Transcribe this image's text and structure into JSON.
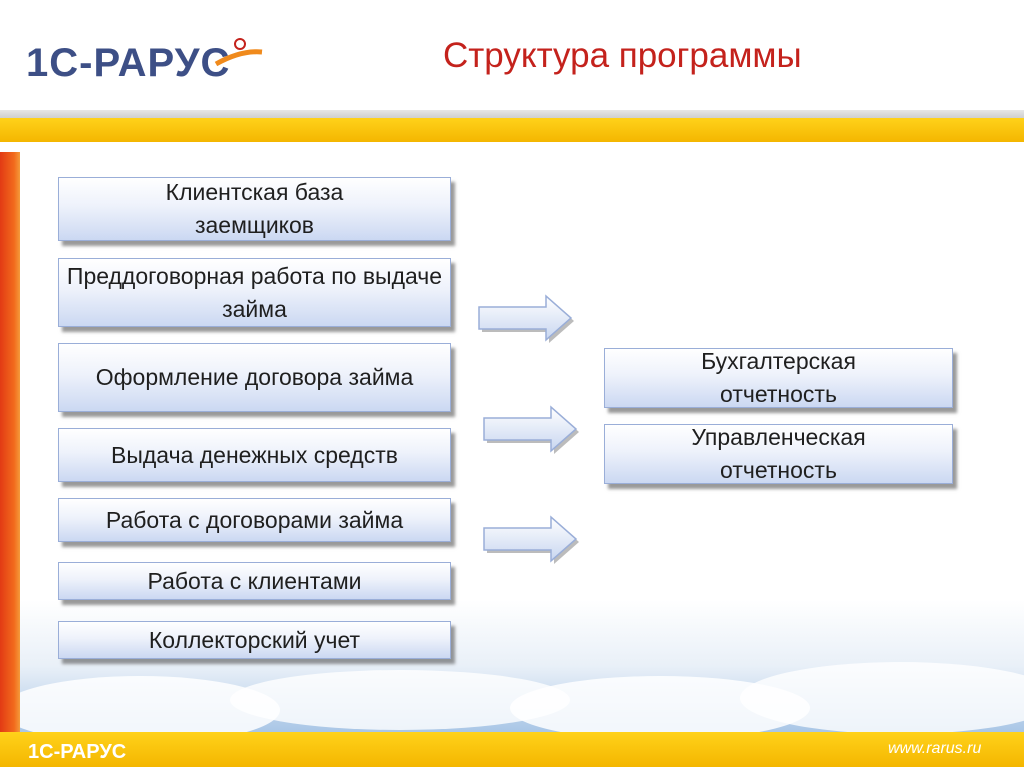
{
  "header": {
    "logo_text": "1С-РАРУС",
    "title": "Структура программы"
  },
  "left_boxes": [
    {
      "label": "Клиентская база заемщиков"
    },
    {
      "label": "Преддоговорная работа по выдаче займа"
    },
    {
      "label": "Оформление договора займа"
    },
    {
      "label": "Выдача денежных средств"
    },
    {
      "label": "Работа с договорами займа"
    },
    {
      "label": "Работа с клиентами"
    },
    {
      "label": "Коллекторский учет"
    }
  ],
  "right_boxes": [
    {
      "label": "Бухгалтерская отчетность"
    },
    {
      "label": "Управленческая отчетность"
    }
  ],
  "footer": {
    "logo_text": "1С-РАРУС",
    "website": "www.rarus.ru"
  },
  "colors": {
    "title": "#c4221c",
    "yellow_band": "#f4b600",
    "left_bar": "#e23a14",
    "box_border": "#9aaed8"
  },
  "icons": [
    "rarus-logo",
    "arrow-right-icon"
  ]
}
